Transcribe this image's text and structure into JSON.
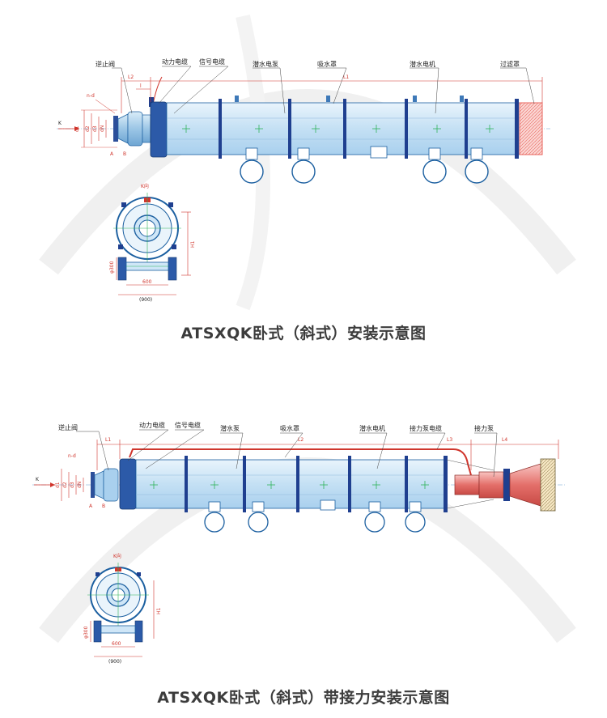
{
  "diagram_1": {
    "caption": "ATSXQK卧式（斜式）安装示意图",
    "labels": {
      "check_valve": "逆止阀",
      "power_cable": "动力电缆",
      "signal_cable": "信号电缆",
      "pump": "潜水电泵",
      "suction_cover": "吸水罩",
      "motor": "潜水电机",
      "filter_cover": "过滤罩",
      "view": "K向"
    },
    "dims": {
      "nd": "n-d",
      "d1": "d1",
      "d2": "d2",
      "d3": "d3",
      "dn": "dN",
      "l1": "L1",
      "l2": "L2",
      "l": "l",
      "a": "A",
      "b": "B",
      "k": "K",
      "h1": "H1",
      "phi": "φ300",
      "w600": "600",
      "w900": "(900)"
    }
  },
  "diagram_2": {
    "caption": "ATSXQK卧式（斜式）带接力安装示意图",
    "labels": {
      "check_valve": "逆止阀",
      "power_cable": "动力电缆",
      "signal_cable": "信号电缆",
      "pump": "潜水泵",
      "suction_cover": "吸水罩",
      "motor": "潜水电机",
      "relay_cable": "接力泵电缆",
      "relay_pump": "接力泵",
      "view": "K向"
    },
    "dims": {
      "nd": "n-d",
      "d1": "d1",
      "d2": "d2",
      "d3": "d3",
      "dn": "dN",
      "l1": "L1",
      "l2": "L2",
      "l3": "L3",
      "l4": "L4",
      "a": "A",
      "b": "B",
      "k": "K",
      "h1": "H1",
      "phi": "φ300",
      "w600": "600",
      "w900": "(900)"
    }
  },
  "colors": {
    "pipe_fill": "#cfe6f7",
    "pipe_stroke": "#1b5fa0",
    "flange": "#1f3f8f",
    "dimension": "#d0352c",
    "filter": "#f4a7a2",
    "relay": "#e46f6a",
    "caption": "#3c3c3c"
  }
}
